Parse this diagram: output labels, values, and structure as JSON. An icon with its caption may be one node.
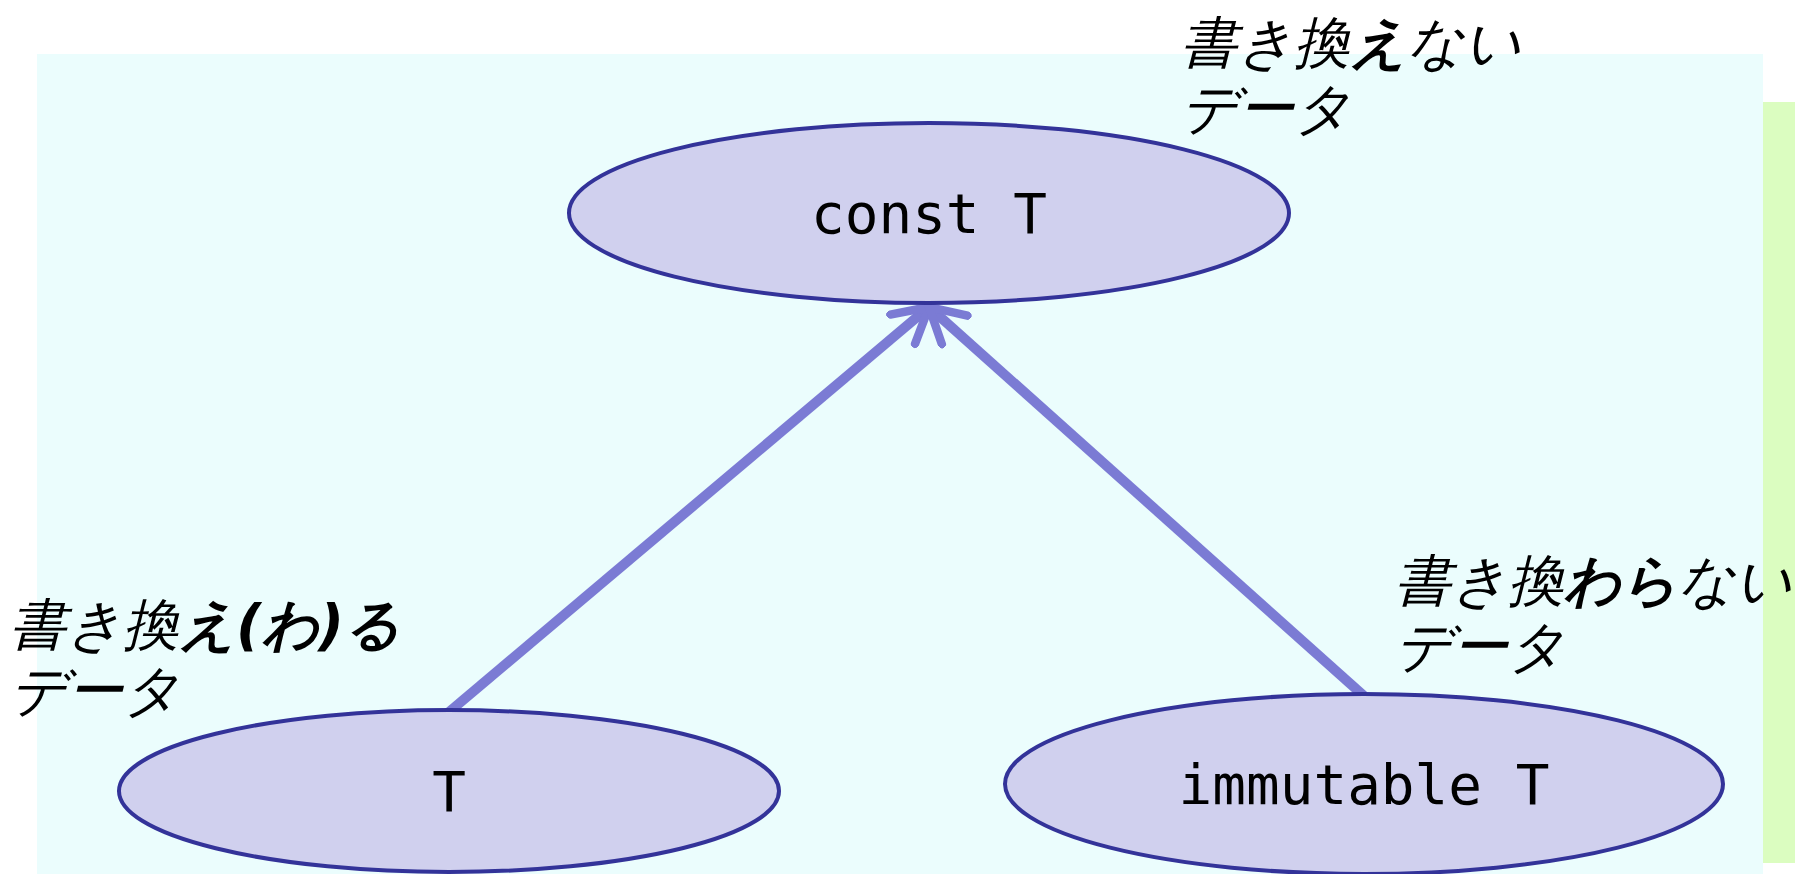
{
  "diagram": {
    "nodes": [
      {
        "text": [
          "const T"
        ],
        "beside": [
          "書き換**え**ないデータ"
        ]
      },
      {
        "text": [
          "T"
        ],
        "beside": [
          "書き換**え(わ)る**データ"
        ]
      },
      {
        "text": [
          "immutable T"
        ],
        "beside": [
          "書き換**わら**ないデータ"
        ]
      }
    ],
    "edges": [
      {
        "from": 1,
        "to": 0,
        "arrow": "to"
      },
      {
        "from": 2,
        "to": 0,
        "arrow": "to"
      }
    ]
  }
}
